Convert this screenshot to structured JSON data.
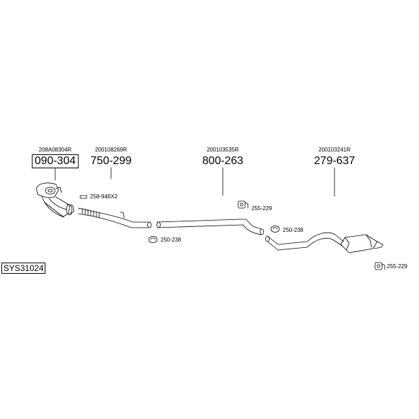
{
  "system_code": "SYS31024",
  "parts": [
    {
      "ref": "208A08304R",
      "number": "090-304"
    },
    {
      "ref": "200108269R",
      "number": "750-299"
    },
    {
      "ref": "200103535R",
      "number": "800-263"
    },
    {
      "ref": "200103241R",
      "number": "279-637"
    }
  ],
  "accessories": [
    {
      "label": "258-946X2"
    },
    {
      "label": "250-238"
    },
    {
      "label": "255-229"
    },
    {
      "label": "250-238"
    },
    {
      "label": "255-229"
    }
  ]
}
